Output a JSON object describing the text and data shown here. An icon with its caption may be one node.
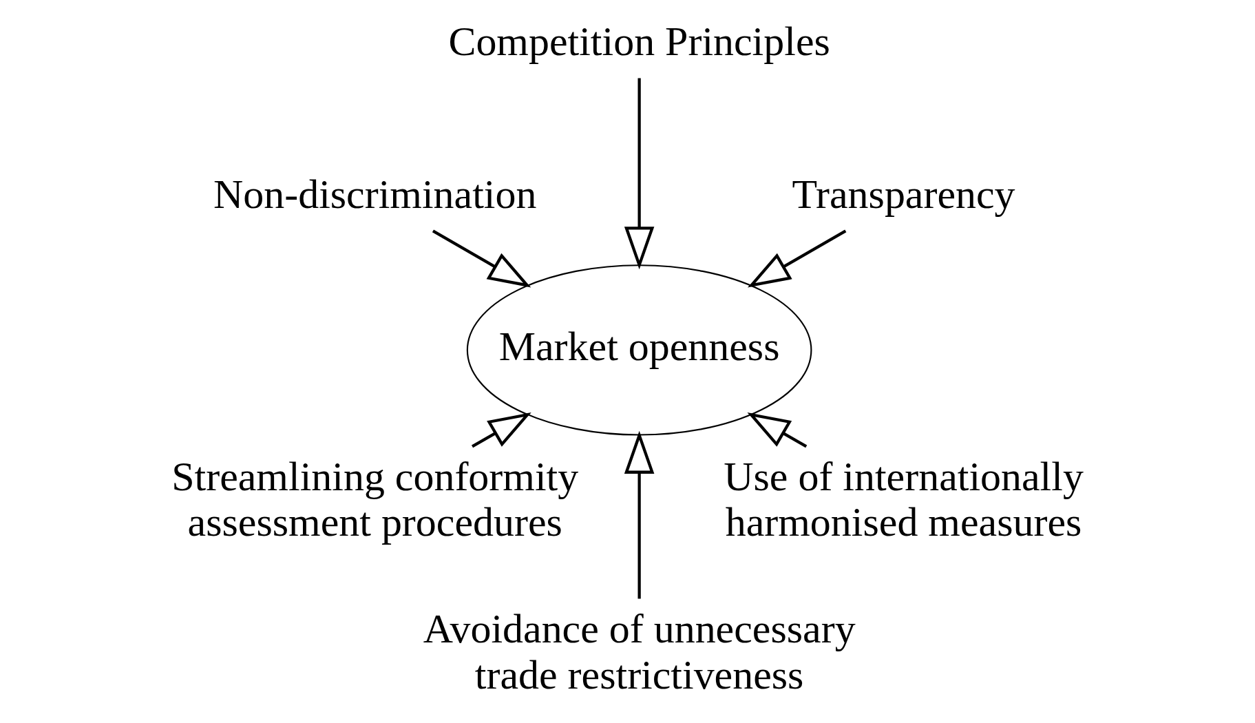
{
  "diagram": {
    "nodes": [
      {
        "text": [
          "Transparency"
        ]
      },
      {
        "text": [
          "Competition Principles"
        ]
      },
      {
        "text": [
          "Non-discrimination"
        ]
      },
      {
        "text": [
          "Market openness"
        ]
      },
      {
        "text": [
          "Streamlining conformity assessment procedures"
        ]
      },
      {
        "text": [
          "Avoidance of unnecessary trade restrictiveness"
        ]
      },
      {
        "text": [
          "Use of internationally harmonised measures"
        ]
      }
    ],
    "edges": [
      {
        "from": 0,
        "to": 3,
        "arrow": "to"
      },
      {
        "from": 1,
        "to": 3,
        "arrow": "to"
      },
      {
        "from": 2,
        "to": 3,
        "arrow": "to"
      },
      {
        "from": 4,
        "to": 3,
        "arrow": "to"
      },
      {
        "from": 5,
        "to": 3,
        "arrow": "to"
      },
      {
        "from": 6,
        "to": 3,
        "arrow": "to"
      }
    ]
  }
}
